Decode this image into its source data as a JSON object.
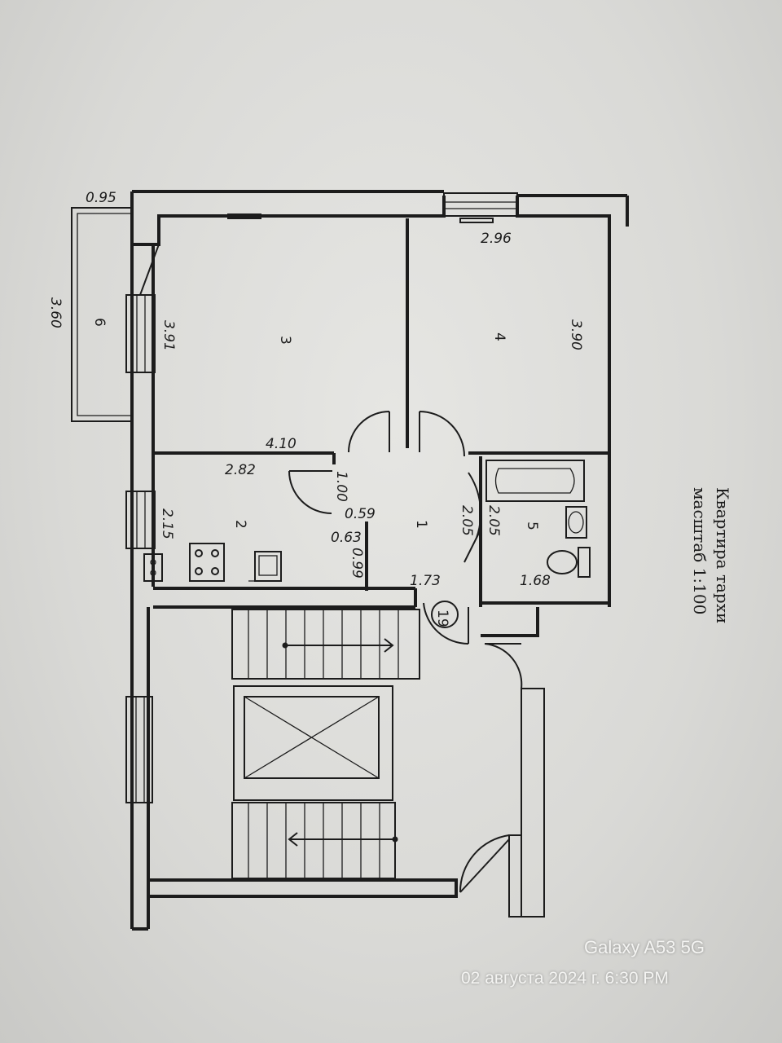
{
  "plan": {
    "title": "Квартира тархи",
    "scale": "масштаб 1:100"
  },
  "rooms": [
    {
      "id": "room-1",
      "label": "1"
    },
    {
      "id": "room-2",
      "label": "2"
    },
    {
      "id": "room-3",
      "label": "3"
    },
    {
      "id": "room-4",
      "label": "4"
    },
    {
      "id": "room-5",
      "label": "5"
    },
    {
      "id": "room-6",
      "label": "6"
    }
  ],
  "dimensions": [
    "0.95",
    "3.60",
    "3.91",
    "4.10",
    "2.96",
    "3.90",
    "2.82",
    "1.00",
    "0.59",
    "0.63",
    "0.99",
    "2.15",
    "2.05",
    "2.05",
    "1.73",
    "1.68"
  ],
  "apartment_number": "19",
  "watermark": {
    "device": "Galaxy A53 5G",
    "datetime": "02 августа 2024 г. 6:30 PM"
  }
}
